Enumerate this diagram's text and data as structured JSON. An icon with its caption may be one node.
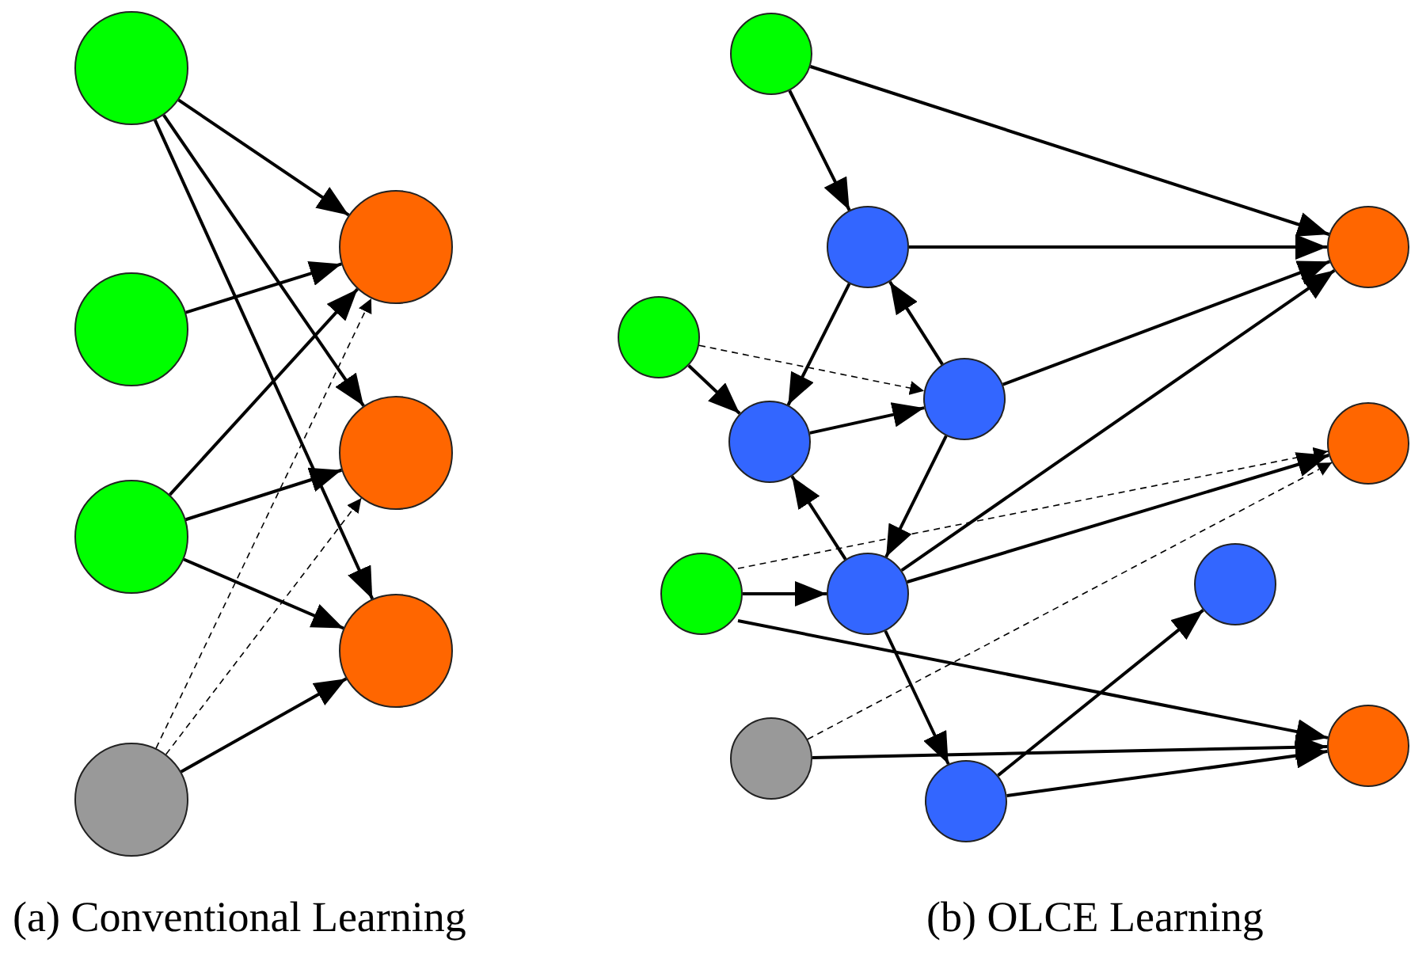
{
  "diagram": {
    "nodes": [
      {
        "text": [],
        "shape": "circle"
      },
      {
        "text": [],
        "shape": "circle"
      },
      {
        "text": [],
        "shape": "circle"
      },
      {
        "text": [],
        "shape": "circle"
      },
      {
        "text": [],
        "shape": "circle"
      },
      {
        "text": [],
        "shape": "circle"
      },
      {
        "text": [],
        "shape": "circle"
      },
      {
        "text": [],
        "shape": "circle"
      },
      {
        "text": [],
        "shape": "circle"
      },
      {
        "text": [],
        "shape": "circle"
      },
      {
        "text": [],
        "shape": "circle"
      },
      {
        "text": [],
        "shape": "circle"
      },
      {
        "text": [],
        "shape": "circle"
      },
      {
        "text": [],
        "shape": "circle"
      },
      {
        "text": [],
        "shape": "circle"
      },
      {
        "text": [],
        "shape": "circle"
      },
      {
        "text": [],
        "shape": "circle"
      },
      {
        "text": [],
        "shape": "circle"
      },
      {
        "text": [],
        "shape": "circle"
      },
      {
        "text": [],
        "shape": "circle"
      }
    ],
    "edges": [
      {
        "from": 0,
        "to": 4,
        "arrow": "to"
      },
      {
        "from": 0,
        "to": 5,
        "arrow": "to"
      },
      {
        "from": 0,
        "to": 6,
        "arrow": "to"
      },
      {
        "from": 1,
        "to": 4,
        "arrow": "to"
      },
      {
        "from": 2,
        "to": 4,
        "arrow": "to"
      },
      {
        "from": 2,
        "to": 5,
        "arrow": "to"
      },
      {
        "from": 2,
        "to": 6,
        "arrow": "to"
      },
      {
        "from": 3,
        "to": 6,
        "arrow": "to"
      },
      {
        "from": 3,
        "to": 4,
        "arrow": "to",
        "style": "dashed"
      },
      {
        "from": 3,
        "to": 5,
        "arrow": "to",
        "style": "dashed"
      },
      {
        "from": 7,
        "to": 8,
        "arrow": "to"
      },
      {
        "from": 7,
        "to": 9,
        "arrow": "to"
      },
      {
        "from": 8,
        "to": 9,
        "arrow": "to"
      },
      {
        "from": 8,
        "to": 12,
        "arrow": "to"
      },
      {
        "from": 11,
        "to": 8,
        "arrow": "to"
      },
      {
        "from": 10,
        "to": 12,
        "arrow": "to"
      },
      {
        "from": 10,
        "to": 11,
        "arrow": "to",
        "style": "dashed"
      },
      {
        "from": 12,
        "to": 11,
        "arrow": "to"
      },
      {
        "from": 11,
        "to": 9,
        "arrow": "to"
      },
      {
        "from": 11,
        "to": 15,
        "arrow": "to"
      },
      {
        "from": 15,
        "to": 12,
        "arrow": "to"
      },
      {
        "from": 15,
        "to": 9,
        "arrow": "to"
      },
      {
        "from": 15,
        "to": 13,
        "arrow": "to"
      },
      {
        "from": 14,
        "to": 15,
        "arrow": "to"
      },
      {
        "from": 14,
        "to": 13,
        "arrow": "to",
        "style": "dashed"
      },
      {
        "from": 14,
        "to": 18,
        "arrow": "to"
      },
      {
        "from": 17,
        "to": 13,
        "arrow": "to",
        "style": "dashed"
      },
      {
        "from": 15,
        "to": 19,
        "arrow": "to"
      },
      {
        "from": 19,
        "to": 16,
        "arrow": "to"
      },
      {
        "from": 17,
        "to": 18,
        "arrow": "to"
      },
      {
        "from": 19,
        "to": 18,
        "arrow": "to"
      }
    ],
    "labels": [
      "(a) Conventional Learning",
      "(b) OLCE Learning"
    ]
  }
}
